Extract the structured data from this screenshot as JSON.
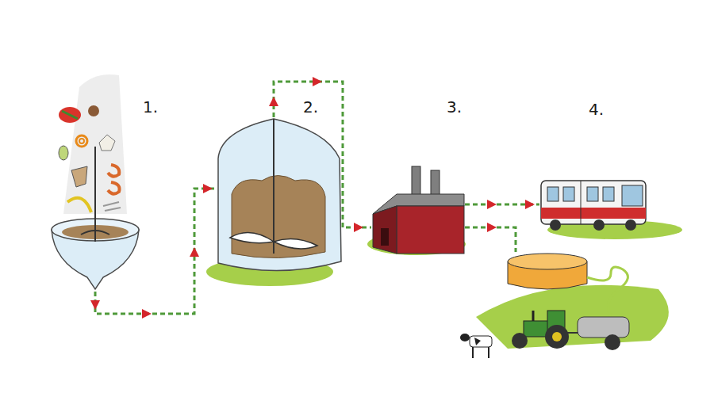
{
  "diagram": {
    "labels": [
      "1.",
      "2.",
      "3.",
      "4."
    ]
  }
}
